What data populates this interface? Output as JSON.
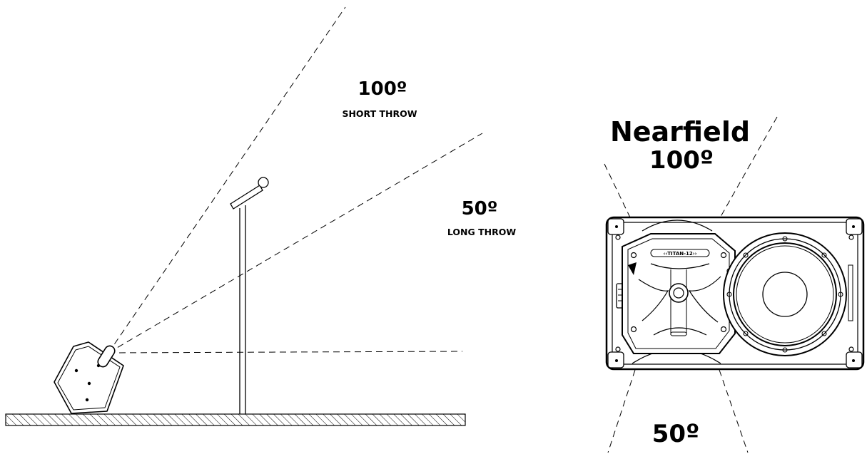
{
  "side_view": {
    "short_throw": {
      "angle": "100º",
      "label": "SHORT THROW"
    },
    "long_throw": {
      "angle": "50º",
      "label": "LONG THROW"
    }
  },
  "front_view": {
    "nearfield_title": "Nearfield",
    "nearfield_angle": "100º",
    "farfield_angle": "50º",
    "horn_badge": "‹‹TITAN-12››"
  }
}
